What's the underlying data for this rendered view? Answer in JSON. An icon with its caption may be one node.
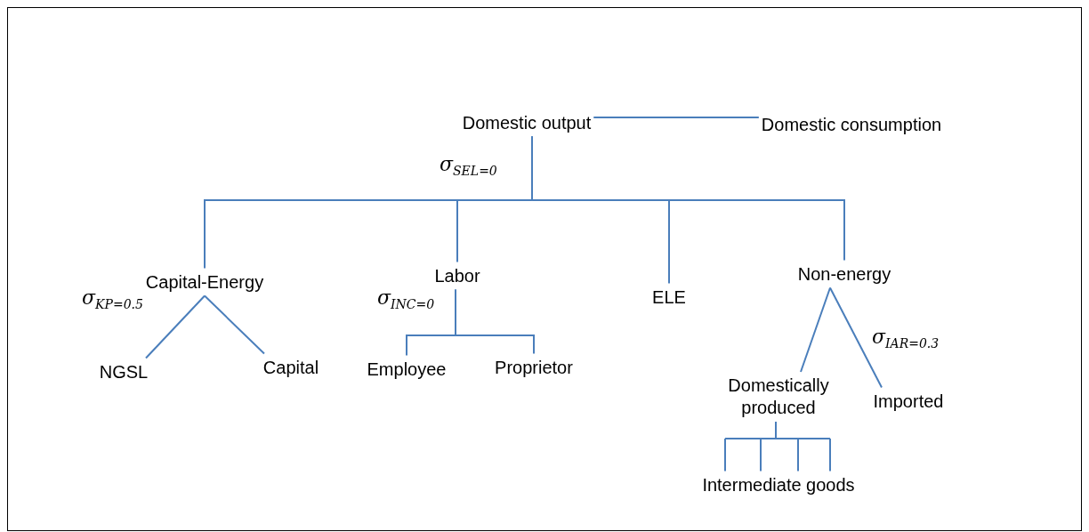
{
  "diagram": {
    "nodes": [
      {
        "text": [
          "Domestic output"
        ]
      },
      {
        "text": [
          "Domestic consumption"
        ]
      },
      {
        "text": [
          "Capital-Energy"
        ]
      },
      {
        "text": [
          "Labor"
        ]
      },
      {
        "text": [
          "ELE"
        ]
      },
      {
        "text": [
          "Non-energy"
        ]
      },
      {
        "text": [
          "NGSL"
        ]
      },
      {
        "text": [
          "Capital"
        ]
      },
      {
        "text": [
          "Employee"
        ]
      },
      {
        "text": [
          "Proprietor"
        ]
      },
      {
        "text": [
          "Domestically produced"
        ]
      },
      {
        "text": [
          "Imported"
        ]
      },
      {
        "text": [
          "Intermediate goods"
        ]
      }
    ],
    "edges": [
      {
        "from": 0,
        "to": 1,
        "arrow": "none"
      },
      {
        "from": 0,
        "to": 2,
        "arrow": "none"
      },
      {
        "from": 0,
        "to": 3,
        "arrow": "none"
      },
      {
        "from": 0,
        "to": 4,
        "arrow": "none"
      },
      {
        "from": 0,
        "to": 5,
        "arrow": "none"
      },
      {
        "from": 2,
        "to": 6,
        "arrow": "none"
      },
      {
        "from": 2,
        "to": 7,
        "arrow": "none"
      },
      {
        "from": 3,
        "to": 8,
        "arrow": "none"
      },
      {
        "from": 3,
        "to": 9,
        "arrow": "none"
      },
      {
        "from": 5,
        "to": 10,
        "arrow": "none"
      },
      {
        "from": 5,
        "to": 11,
        "arrow": "none"
      },
      {
        "from": 10,
        "to": 12,
        "arrow": "none"
      }
    ],
    "labels": [
      "σ$_{SEL=0}$",
      "σ$_{KP=0.5}$",
      "σ$_{INC=0}$",
      "σ$_{IAR=0.3}$"
    ]
  }
}
